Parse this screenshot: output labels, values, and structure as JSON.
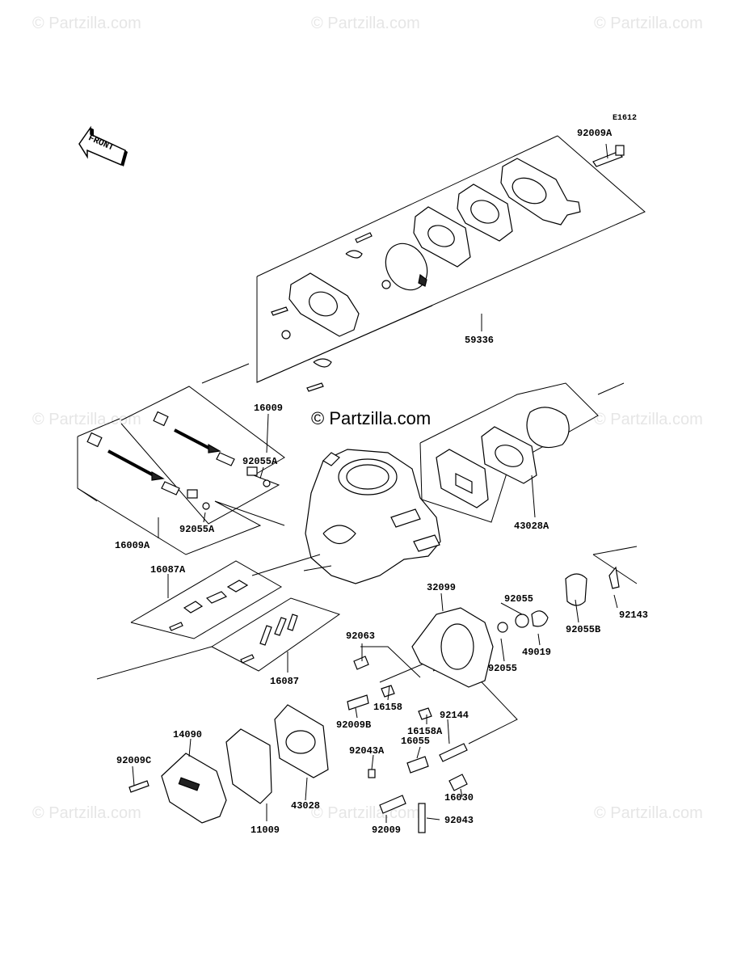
{
  "diagram_code": "E1612",
  "front_label": "FRONT",
  "watermark": "© Partzilla.com",
  "watermark_center": "© Partzilla.com",
  "part_numbers": {
    "p92009A": "92009A",
    "p59336": "59336",
    "p16009": "16009",
    "p92055A": "92055A",
    "p16009A": "16009A",
    "p92055A_b": "92055A",
    "p43028A": "43028A",
    "p16087A": "16087A",
    "p16087": "16087",
    "p32099": "32099",
    "p92055": "92055",
    "p92055_b": "92055",
    "p49019": "49019",
    "p92055B": "92055B",
    "p92143": "92143",
    "p92063": "92063",
    "p16158": "16158",
    "p92009B": "92009B",
    "p16158A": "16158A",
    "p92144": "92144",
    "p16055": "16055",
    "p92043A": "92043A",
    "p16030": "16030",
    "p92043": "92043",
    "p92009": "92009",
    "p14090": "14090",
    "p92009C": "92009C",
    "p43028": "43028",
    "p11009": "11009"
  }
}
